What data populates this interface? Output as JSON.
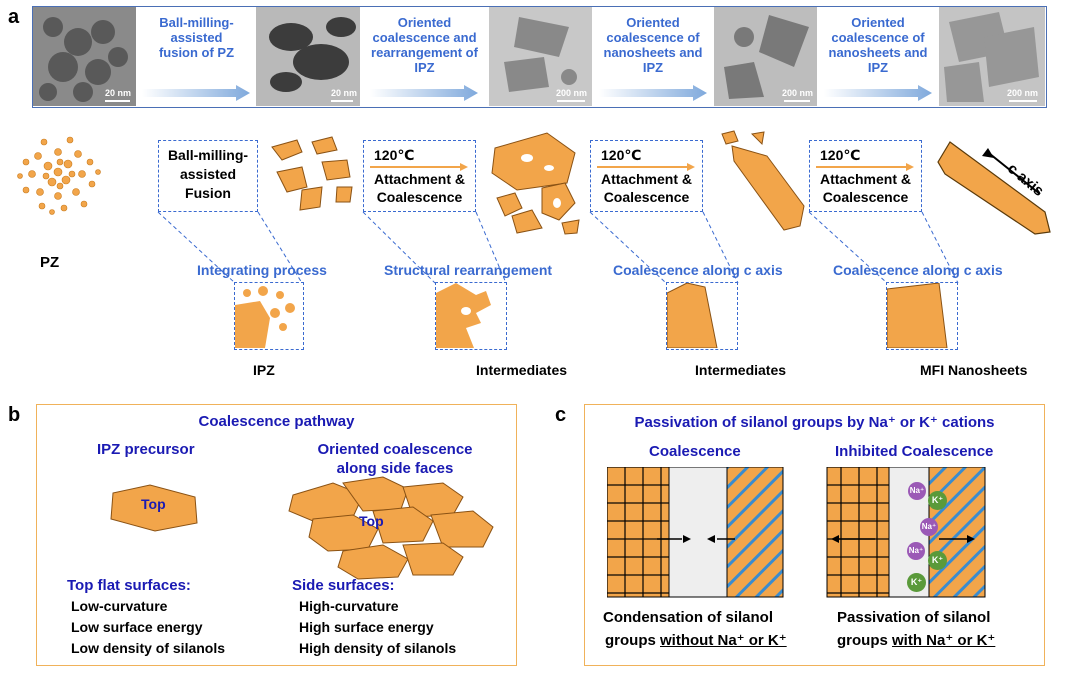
{
  "panel_a": {
    "letter": "a",
    "tem_steps": [
      "Ball-milling-assisted fusion of PZ",
      "Oriented coalescence and rearrangement of IPZ",
      "Oriented coalescence of nanosheets and IPZ",
      "Oriented coalescence of nanosheets and IPZ"
    ],
    "scale_bars": [
      "20 nm",
      "20 nm",
      "200 nm",
      "200 nm",
      "200 nm"
    ],
    "schematic_boxes": [
      {
        "line1": "Ball-milling-",
        "line2": "assisted",
        "line3": "Fusion"
      },
      {
        "line1": "120℃",
        "line2": "Attachment &",
        "line3": "Coalescence"
      },
      {
        "line1": "120℃",
        "line2": "Attachment &",
        "line3": "Coalescence"
      },
      {
        "line1": "120℃",
        "line2": "Attachment &",
        "line3": "Coalescence"
      }
    ],
    "process_labels": [
      "Integrating process",
      "Structural rearrangement",
      "Coalescence along c axis",
      "Coalescence along c axis"
    ],
    "product_labels": [
      "PZ",
      "IPZ",
      "Intermediates",
      "Intermediates",
      "MFI Nanosheets"
    ],
    "c_axis_label": "c axis"
  },
  "panel_b": {
    "letter": "b",
    "title": "Coalescence pathway",
    "left_heading": "IPZ precursor",
    "right_heading_1": "Oriented coalescence",
    "right_heading_2": "along side faces",
    "top_label": "Top",
    "left_list_title": "Top flat surfaces:",
    "left_list": [
      "Low-curvature",
      "Low surface energy",
      "Low density of silanols"
    ],
    "right_list_title": "Side surfaces:",
    "right_list": [
      "High-curvature",
      "High surface energy",
      "High density of silanols"
    ]
  },
  "panel_c": {
    "letter": "c",
    "title": "Passivation of silanol groups by Na⁺ or K⁺ cations",
    "left_heading": "Coalescence",
    "right_heading": "Inhibited Coalescence",
    "ion_na": "Na⁺",
    "ion_k": "K⁺",
    "left_caption_1": "Condensation of silanol",
    "left_caption_2a": "groups ",
    "left_caption_2b": "without Na⁺ or K⁺",
    "right_caption_1": "Passivation of silanol",
    "right_caption_2a": "groups ",
    "right_caption_2b": "with Na⁺ or K⁺"
  },
  "colors": {
    "accent_blue": "#3a6ad0",
    "navy": "#1a1ab3",
    "orange": "#f2a54a",
    "box_border": "#f0b25a"
  }
}
